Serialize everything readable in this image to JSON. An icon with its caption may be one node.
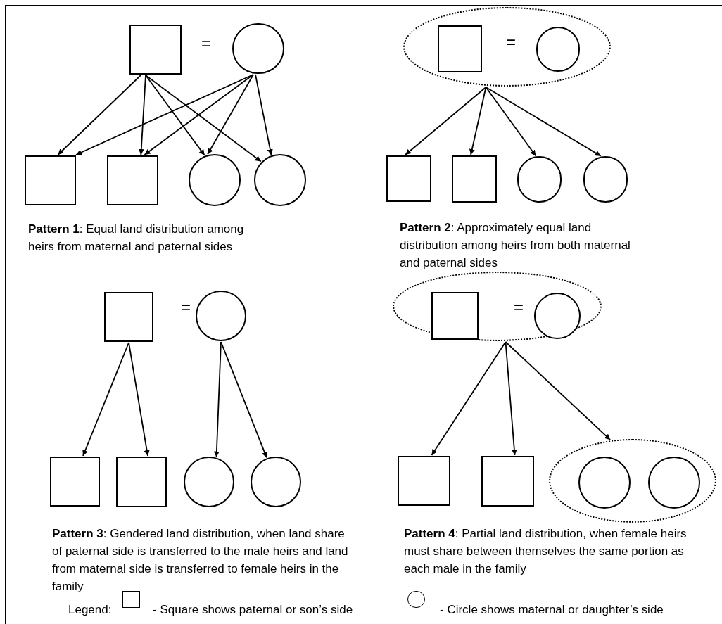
{
  "diagram": {
    "nodes": [
      {
        "text": [],
        "shape": "box"
      },
      {
        "text": [],
        "shape": "circle"
      },
      {
        "text": [],
        "shape": "box"
      },
      {
        "text": [],
        "shape": "box"
      },
      {
        "text": [],
        "shape": "circle"
      },
      {
        "text": [],
        "shape": "circle"
      },
      {
        "text": [],
        "shape": "ellipse"
      },
      {
        "text": [],
        "shape": "box",
        "in": 6
      },
      {
        "text": [],
        "shape": "circle",
        "in": 6
      },
      {
        "text": [],
        "shape": "box"
      },
      {
        "text": [],
        "shape": "box"
      },
      {
        "text": [],
        "shape": "circle"
      },
      {
        "text": [],
        "shape": "circle"
      },
      {
        "text": [],
        "shape": "box"
      },
      {
        "text": [],
        "shape": "circle"
      },
      {
        "text": [],
        "shape": "box"
      },
      {
        "text": [],
        "shape": "box"
      },
      {
        "text": [],
        "shape": "circle"
      },
      {
        "text": [],
        "shape": "circle"
      },
      {
        "text": [],
        "shape": "ellipse"
      },
      {
        "text": [],
        "shape": "box",
        "in": 19
      },
      {
        "text": [],
        "shape": "circle",
        "in": 19
      },
      {
        "text": [],
        "shape": "box"
      },
      {
        "text": [],
        "shape": "box"
      },
      {
        "text": [],
        "shape": "ellipse"
      },
      {
        "text": [],
        "shape": "circle",
        "in": 24
      },
      {
        "text": [],
        "shape": "circle",
        "in": 24
      }
    ],
    "edges": [
      {
        "from": 0,
        "to": 2,
        "arrow": "to"
      },
      {
        "from": 0,
        "to": 3,
        "arrow": "to"
      },
      {
        "from": 0,
        "to": 4,
        "arrow": "to"
      },
      {
        "from": 0,
        "to": 5,
        "arrow": "to"
      },
      {
        "from": 1,
        "to": 2,
        "arrow": "to"
      },
      {
        "from": 1,
        "to": 3,
        "arrow": "to"
      },
      {
        "from": 1,
        "to": 4,
        "arrow": "to"
      },
      {
        "from": 1,
        "to": 5,
        "arrow": "to"
      },
      {
        "from": 6,
        "to": 9,
        "arrow": "to"
      },
      {
        "from": 6,
        "to": 10,
        "arrow": "to"
      },
      {
        "from": 6,
        "to": 11,
        "arrow": "to"
      },
      {
        "from": 6,
        "to": 12,
        "arrow": "to"
      },
      {
        "from": 13,
        "to": 15,
        "arrow": "to"
      },
      {
        "from": 13,
        "to": 16,
        "arrow": "to"
      },
      {
        "from": 14,
        "to": 17,
        "arrow": "to"
      },
      {
        "from": 14,
        "to": 18,
        "arrow": "to"
      },
      {
        "from": 19,
        "to": 22,
        "arrow": "to"
      },
      {
        "from": 19,
        "to": 23,
        "arrow": "to"
      },
      {
        "from": 19,
        "to": 24,
        "arrow": "to"
      }
    ],
    "labels": [
      "=",
      "=",
      "**Pattern 1**: Equal land distribution among heirs from maternal and paternal sides",
      "**Pattern 2**: Approximately equal land distribution among heirs from both maternal and paternal sides",
      "=",
      "=",
      "**Pattern 3**: Gendered land distribution, when land share of paternal side is  transferred to the male heirs and land from maternal side is transferred to female heirs in the family",
      "**Pattern 4**: Partial land distribution, when female heirs must share between themselves the same portion as each male in the family",
      "Legend:"
    ],
    "legend": [
      {
        "text": "- Square shows paternal or son’s side"
      },
      {
        "text": "- Circle shows maternal or daughter’s side"
      }
    ]
  }
}
